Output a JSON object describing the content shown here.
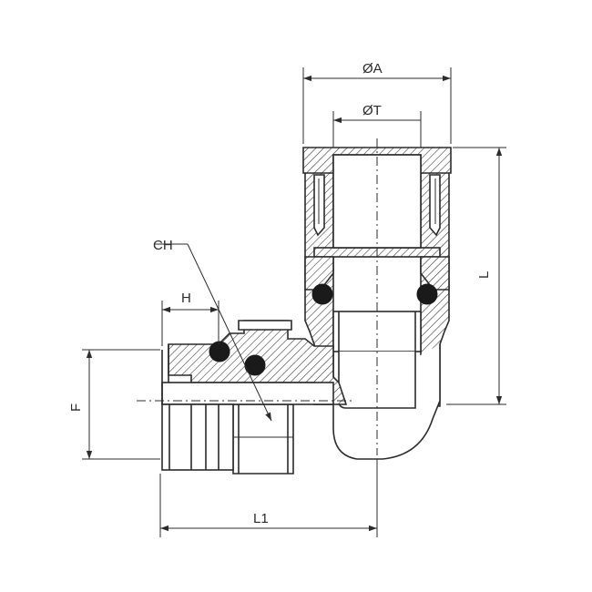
{
  "diagram": {
    "labels": {
      "outer_diameter": "ØA",
      "tube_diameter": "ØT",
      "length": "L",
      "hex": "CH",
      "thread_height": "H",
      "thread": "F",
      "length_1": "L1"
    },
    "colors": {
      "line": "#2b2b2b",
      "o_ring": "#1a1a1a",
      "background": "#ffffff"
    }
  }
}
